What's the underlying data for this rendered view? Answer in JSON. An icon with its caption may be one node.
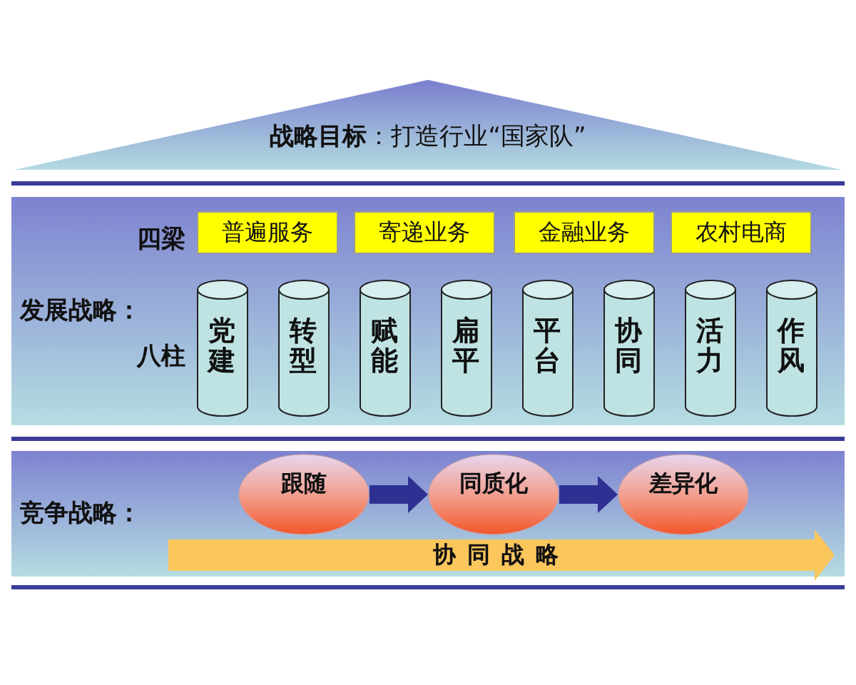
{
  "diagram": {
    "nodes": [
      {
        "text": [
          "**战略目标**：打造行业“国家队”"
        ]
      },
      {
        "text": [
          "发展战略："
        ]
      },
      {
        "text": [
          "普遍服务"
        ],
        "in": 1
      },
      {
        "text": [
          "寄递业务"
        ],
        "in": 1
      },
      {
        "text": [
          "金融业务"
        ],
        "in": 1
      },
      {
        "text": [
          "农村电商"
        ],
        "in": 1
      },
      {
        "text": [
          "党建"
        ],
        "in": 1
      },
      {
        "text": [
          "转型"
        ],
        "in": 1
      },
      {
        "text": [
          "赋能"
        ],
        "in": 1
      },
      {
        "text": [
          "扁平"
        ],
        "in": 1
      },
      {
        "text": [
          "平台"
        ],
        "in": 1
      },
      {
        "text": [
          "协同"
        ],
        "in": 1
      },
      {
        "text": [
          "活力"
        ],
        "in": 1
      },
      {
        "text": [
          "作风"
        ],
        "in": 1
      },
      {
        "text": [
          "竞争战略："
        ]
      },
      {
        "text": [
          "跟随"
        ],
        "in": 14
      },
      {
        "text": [
          "同质化"
        ],
        "in": 14
      },
      {
        "text": [
          "差异化"
        ],
        "in": 14
      },
      {
        "text": [
          "协同战略"
        ],
        "in": 14
      }
    ],
    "edges": [
      {
        "from": 15,
        "to": 16,
        "arrow": "to"
      },
      {
        "from": 16,
        "to": 17,
        "arrow": "to"
      }
    ],
    "labels": [
      "四梁",
      "八柱"
    ]
  }
}
